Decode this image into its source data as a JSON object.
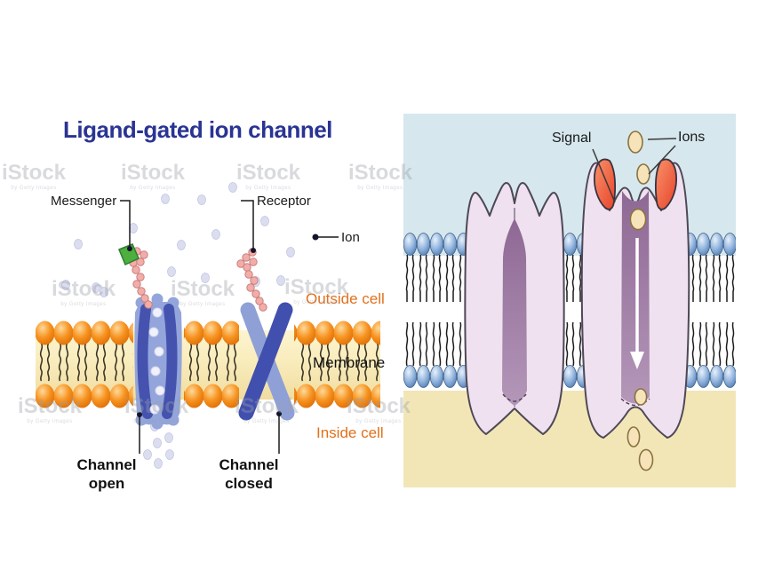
{
  "title": {
    "text": "Ligand-gated ion channel"
  },
  "watermark": {
    "brand": "iStock",
    "credit": "by Getty Images"
  },
  "left_panel": {
    "labels": {
      "messenger": "Messenger",
      "receptor": "Receptor",
      "ion": "Ion",
      "outside_cell": "Outside cell",
      "membrane": "Membrane",
      "inside_cell": "Inside cell",
      "channel_open": "Channel open",
      "channel_closed": "Channel closed"
    }
  },
  "right_panel": {
    "labels": {
      "signal": "Signal",
      "ions": "Ions"
    }
  },
  "colors": {
    "title_navy": "#2A3493",
    "label_orange": "#E2701B",
    "label_black": "#1A1A1A",
    "lipid_head_orange": "#F4901E",
    "membrane_yellow": "#F7E7B4",
    "channel_blue_dark": "#4553AF",
    "channel_blue_light": "#8FA0D6",
    "messenger_green": "#4CAF3E",
    "receptor_pink": "#F3ADA9",
    "ion_lavender": "#DCDEF0",
    "sky_blue": "#D6E7EE",
    "cytosol_tan": "#F2E6B7",
    "channel_lavender": "#EFE1EF",
    "pore_mauve": "#9B77A0",
    "lipid_head_blue": "#7FA7D4",
    "signal_red": "#F2573C",
    "ion_cream": "#F6E3B9"
  }
}
